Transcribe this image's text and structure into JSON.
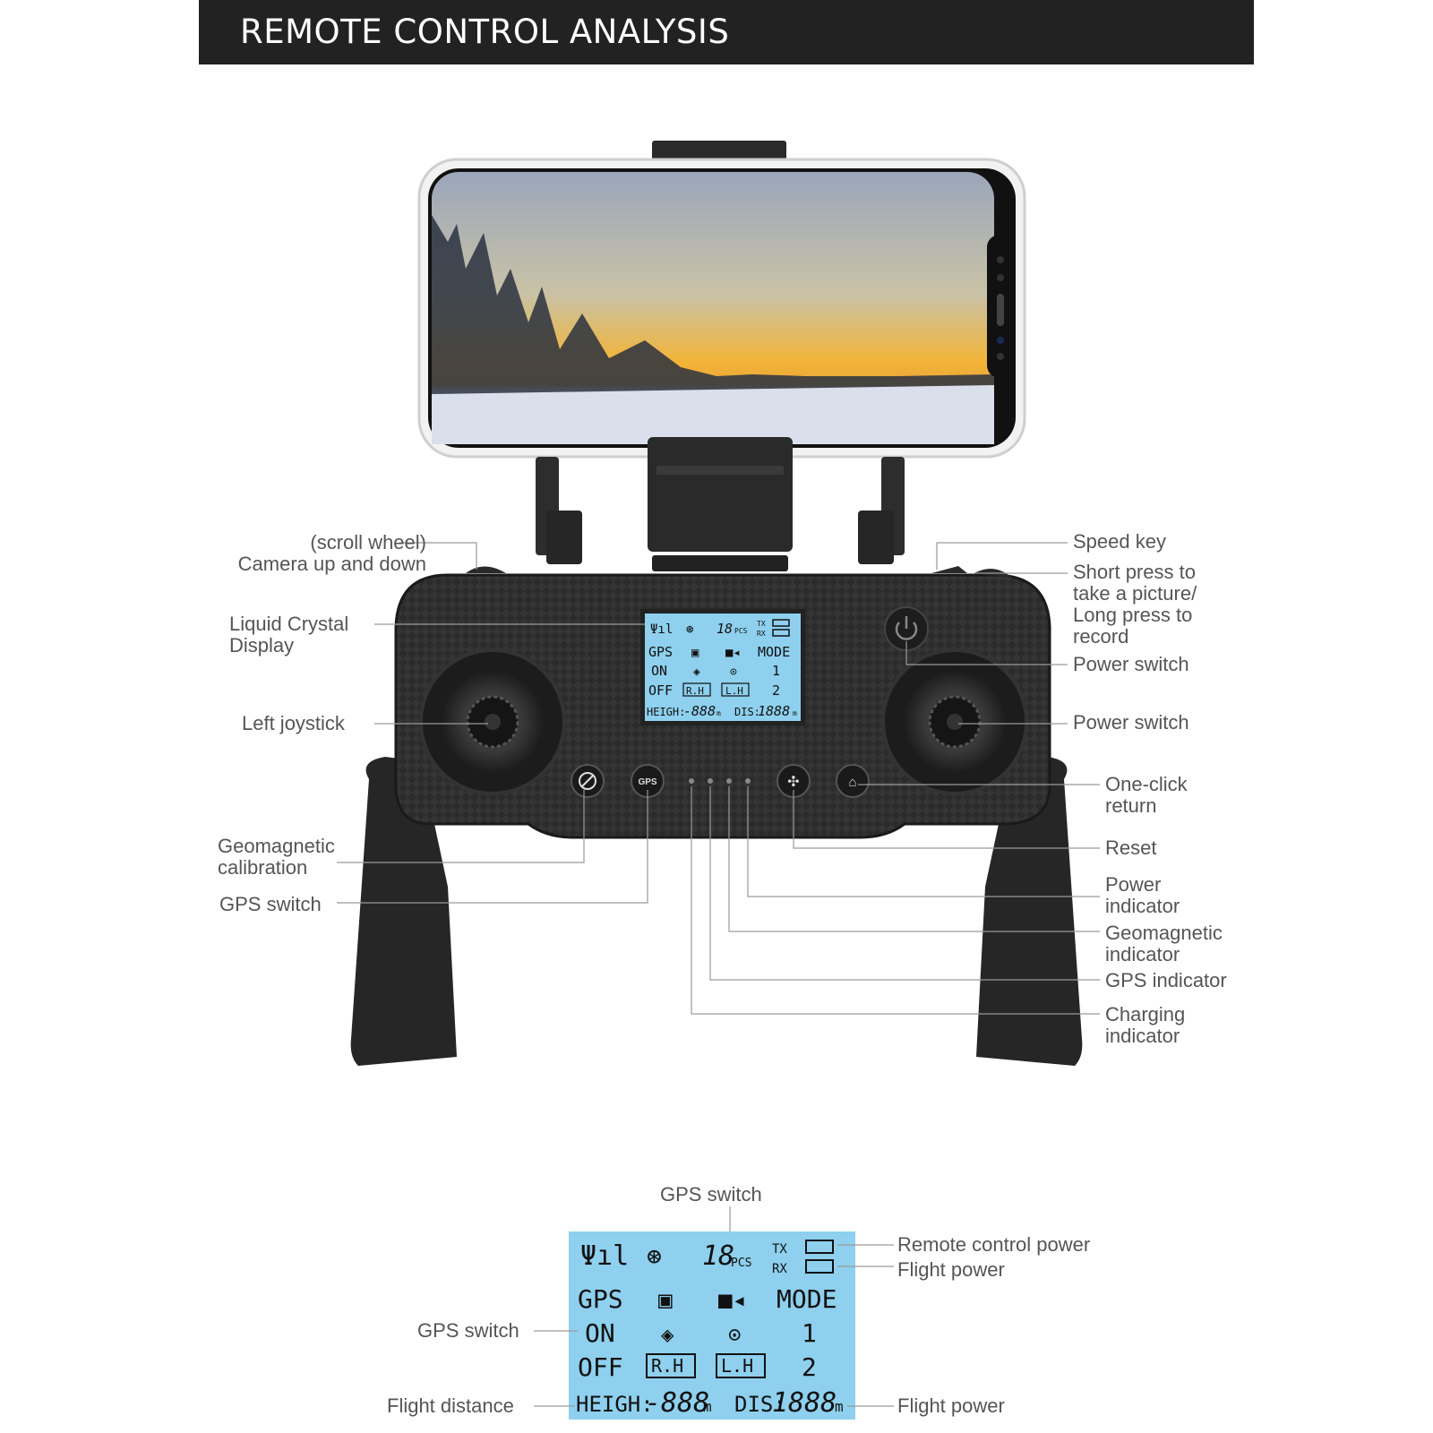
{
  "header": {
    "title": "REMOTE CONTROL ANALYSIS"
  },
  "colors": {
    "header_bg": "#222222",
    "lcd_bg": "#8ed0ee",
    "remote_body": "#2a2a2a",
    "label_text": "#555555"
  },
  "labels_left": {
    "scroll_wheel": "(scroll wheel)\nCamera up and down",
    "lcd": "Liquid Crystal\nDisplay",
    "left_joystick": "Left joystick",
    "geomagnetic_calibration": "Geomagnetic\ncalibration",
    "gps_switch": "GPS switch"
  },
  "labels_right": {
    "speed_key": "Speed key",
    "photo_record": "Short press to\ntake a picture/\nLong press to\nrecord",
    "power_switch_1": "Power switch",
    "power_switch_2": "Power switch",
    "one_click_return": "One-click\nreturn",
    "reset": "Reset",
    "power_indicator": "Power\nindicator",
    "geomagnetic_indicator": "Geomagnetic\nindicator",
    "gps_indicator": "GPS indicator",
    "charging_indicator": "Charging\nindicator"
  },
  "buttons": {
    "gps": "GPS"
  },
  "lcd": {
    "satellites": "18",
    "pcs": "PCS",
    "tx": "TX",
    "rx": "RX",
    "gps": "GPS",
    "on": "ON",
    "off": "OFF",
    "mode": "MODE",
    "mode_1": "1",
    "mode_2": "2",
    "rh": "R.H",
    "lh": "L.H",
    "height_label": "HEIGH:",
    "height_value": "-888",
    "dis_label": "DIS:",
    "dis_value": "1888",
    "unit": "m"
  },
  "lcd_detail_labels": {
    "gps_switch_top": "GPS switch",
    "remote_control_power": "Remote control power",
    "flight_power_1": "Flight power",
    "gps_switch_left": "GPS switch",
    "flight_distance": "Flight distance",
    "flight_power_2": "Flight power"
  }
}
